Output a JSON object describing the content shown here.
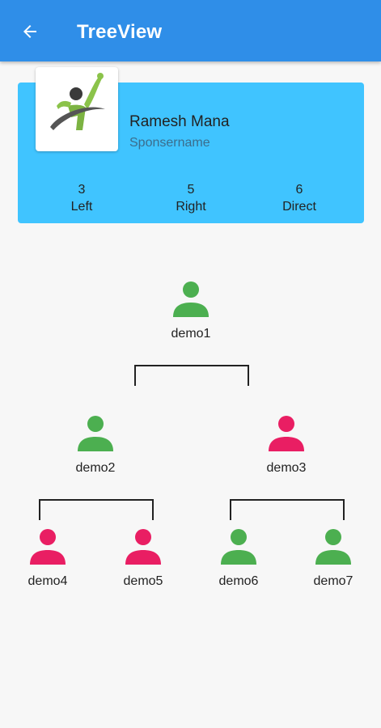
{
  "appbar": {
    "title": "TreeView",
    "back_icon": "arrow-left-icon"
  },
  "profile": {
    "name": "Ramesh Mana",
    "subtitle": "Sponsername",
    "logo_icon": "person-swoosh-logo",
    "stats": [
      {
        "value": "3",
        "label": "Left"
      },
      {
        "value": "5",
        "label": "Right"
      },
      {
        "value": "6",
        "label": "Direct"
      }
    ]
  },
  "colors": {
    "appbar": "#2f8ee8",
    "card": "#40c4ff",
    "active": "#4caf50",
    "inactive": "#e91e63"
  },
  "tree": {
    "root": {
      "label": "demo1",
      "status": "active"
    },
    "level1": [
      {
        "label": "demo2",
        "status": "active"
      },
      {
        "label": "demo3",
        "status": "inactive"
      }
    ],
    "level2": [
      {
        "label": "demo4",
        "status": "inactive"
      },
      {
        "label": "demo5",
        "status": "inactive"
      },
      {
        "label": "demo6",
        "status": "active"
      },
      {
        "label": "demo7",
        "status": "active"
      }
    ]
  }
}
